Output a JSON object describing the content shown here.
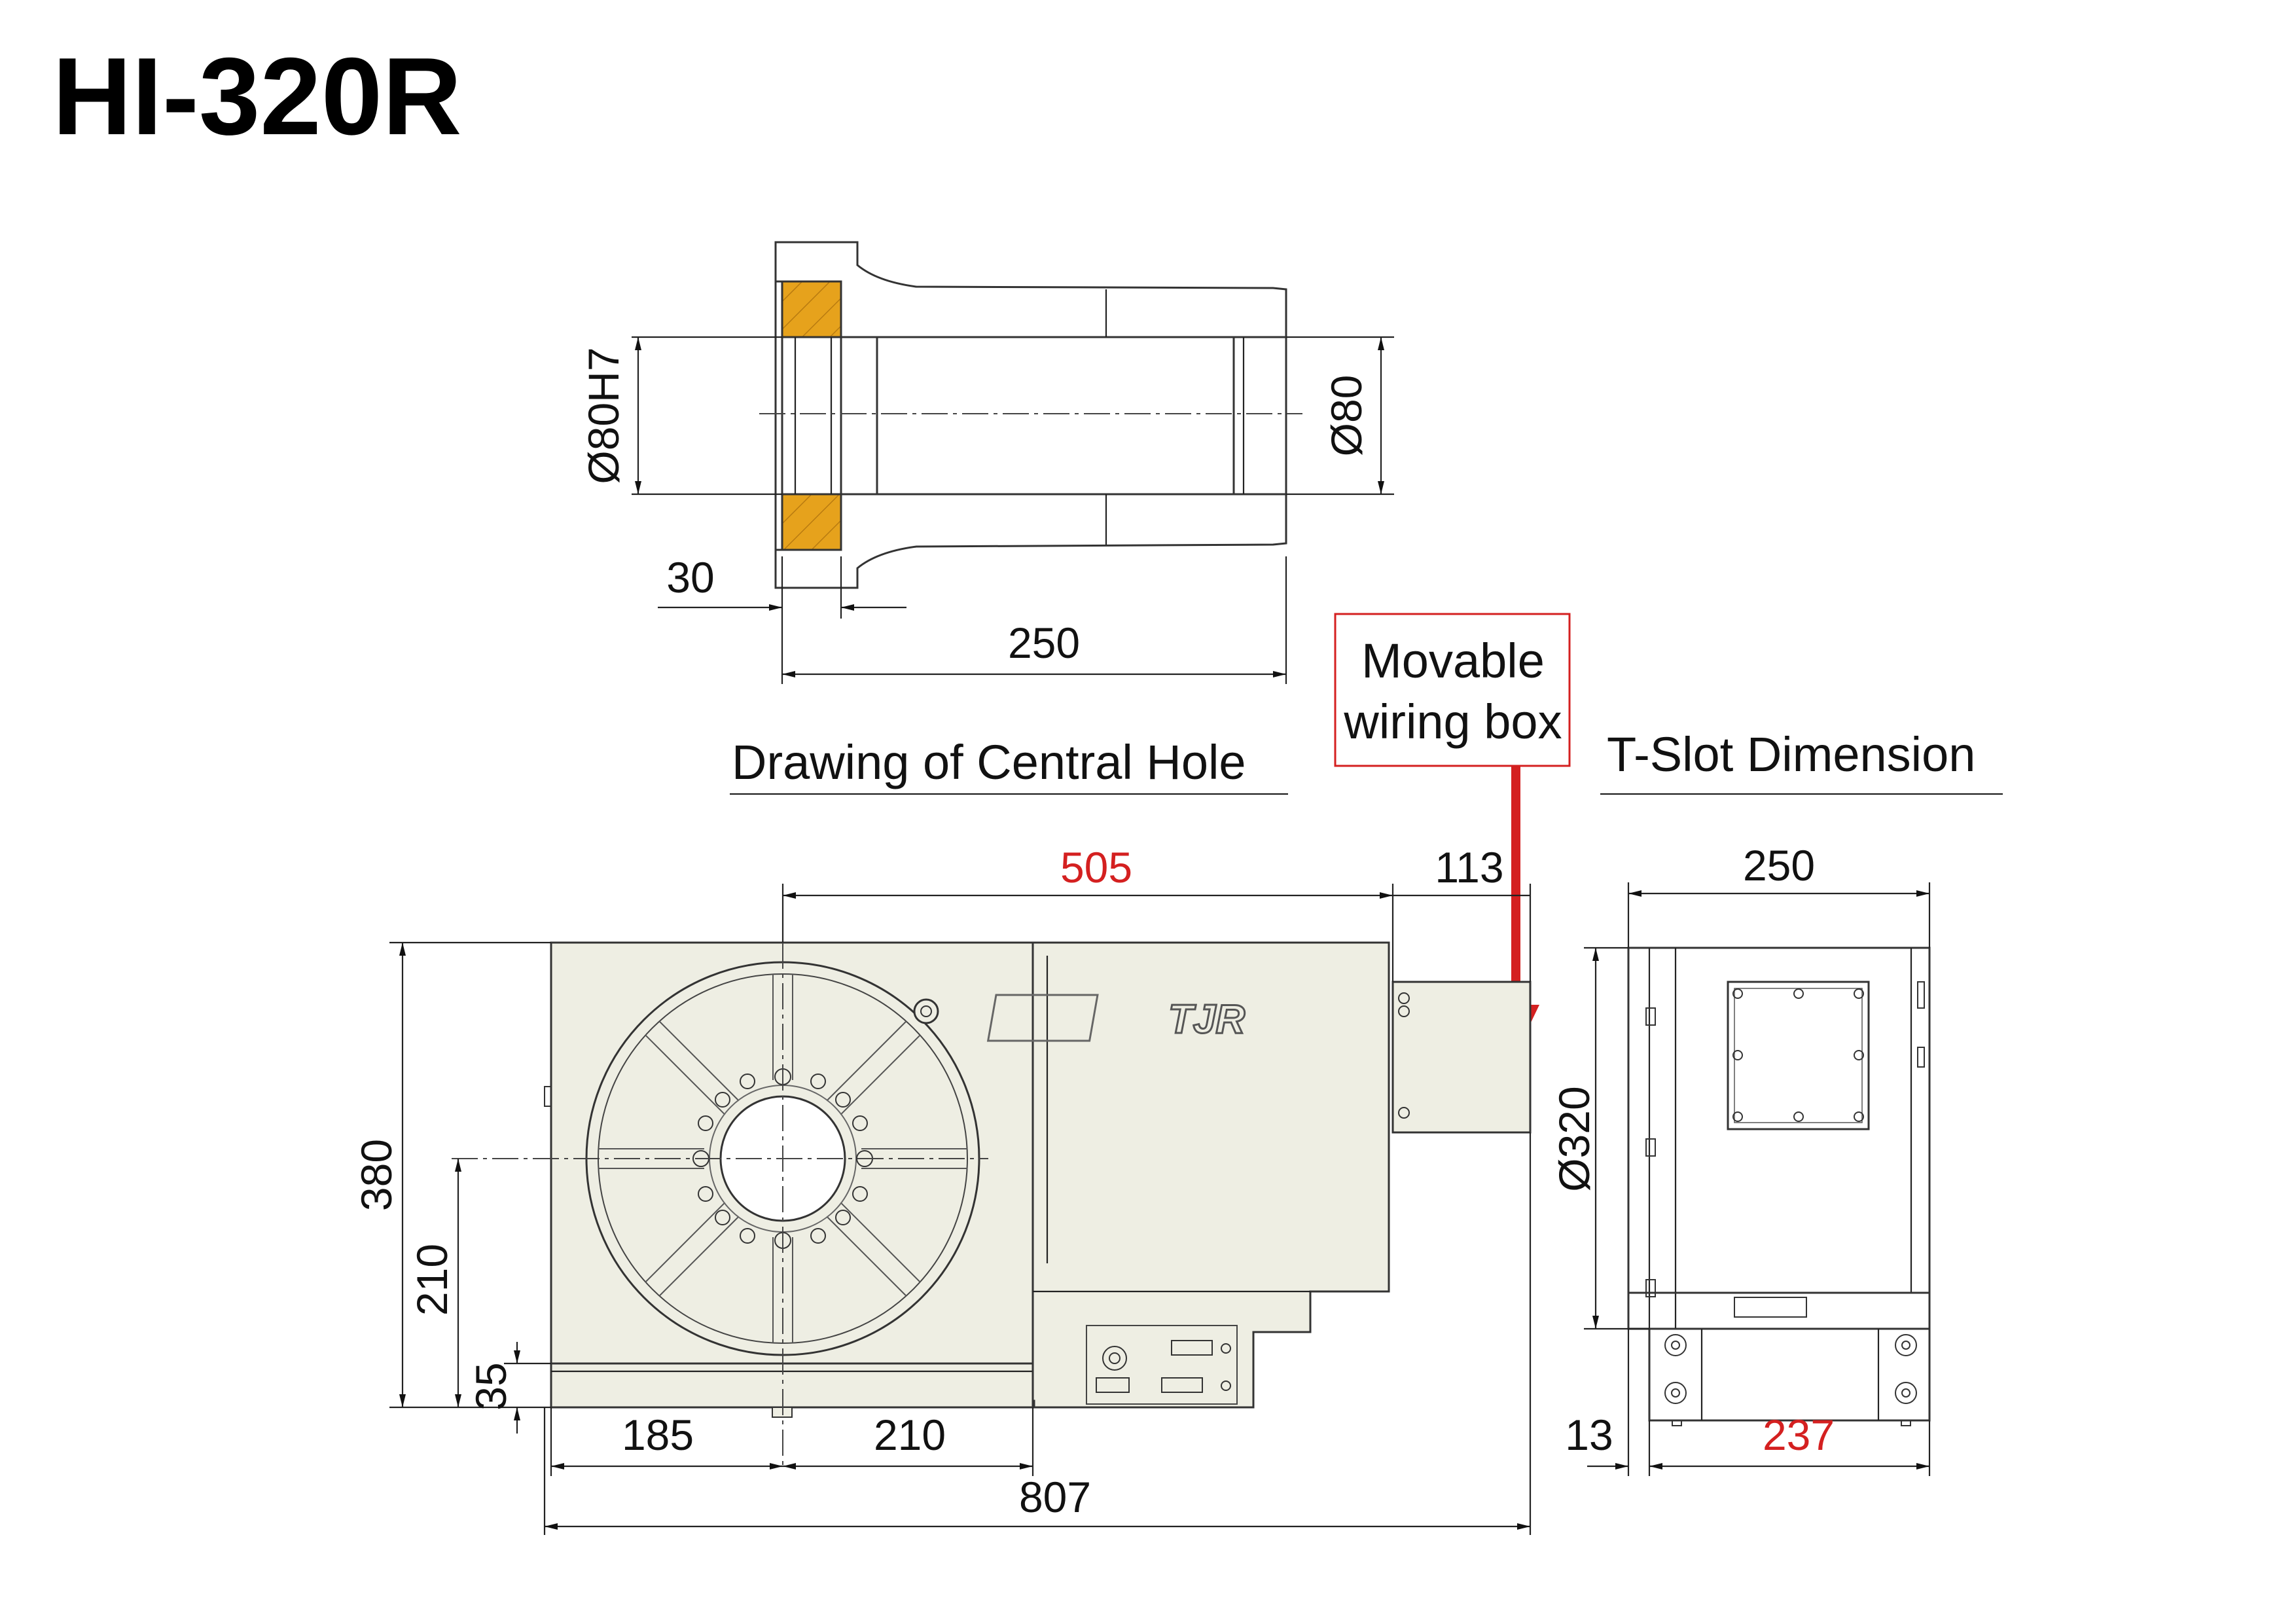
{
  "title": "HI-320R",
  "central_hole": {
    "caption": "Drawing of Central Hole",
    "dim_bore": "Ø80H7",
    "dim_through": "Ø80",
    "dim_counterbore_depth": "30",
    "dim_length": "250"
  },
  "callout": {
    "line1": "Movable",
    "line2": "wiring box"
  },
  "tslot": {
    "caption": "T-Slot Dimension"
  },
  "front_view": {
    "dim_top_red": "505",
    "dim_top_box": "113",
    "dim_height": "380",
    "dim_center_height": "210",
    "dim_base": "35",
    "dim_left": "185",
    "dim_mid": "210",
    "dim_total": "807",
    "logo": "TJR"
  },
  "side_view": {
    "dim_width": "250",
    "dim_diameter": "Ø320",
    "dim_offset": "13",
    "dim_bottom_red": "237"
  },
  "colors": {
    "accent_red": "#d42020",
    "body_fill": "#eeeee3",
    "bronze": "#e6a21c",
    "hatch": "#777777"
  }
}
